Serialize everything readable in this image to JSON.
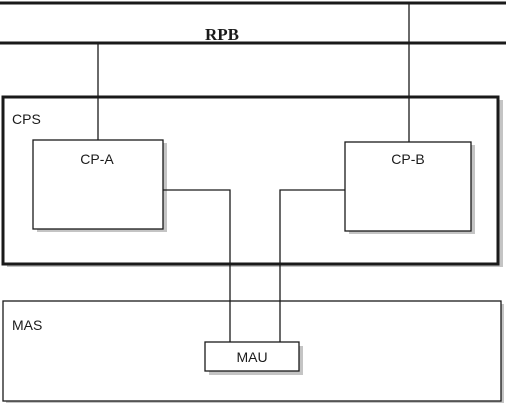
{
  "diagram": {
    "bus_label": "RPB",
    "cps_label": "CPS",
    "cp_a_label": "CP-A",
    "cp_b_label": "CP-B",
    "mas_label": "MAS",
    "mau_label": "MAU"
  },
  "colors": {
    "stroke": "#1a1a1a",
    "shadow": "#c4c4c4",
    "background": "#ffffff"
  }
}
